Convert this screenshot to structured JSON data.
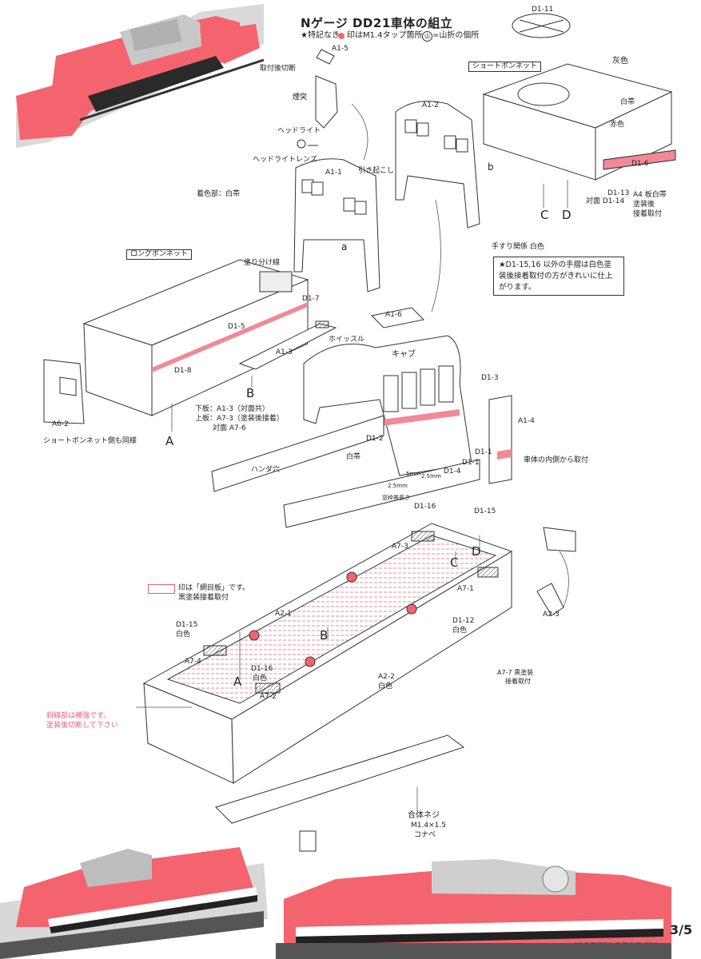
{
  "header": {
    "title": "Nゲージ  DD21車体の組立",
    "legend_star": "★特記なき",
    "legend_tap": "印はM1.4タップ箇所",
    "legend_fold": "=山折の個所",
    "fold_mark": "山"
  },
  "labels": {
    "a1_5": "A1-5",
    "bracket": "取付後切断",
    "chimney": "煙突",
    "headlight": "ヘッドライト",
    "headlight_lens": "ヘッドライトレンズ",
    "a1_1": "A1-1",
    "pull_up": "引き起こし",
    "color_white_band": "着色部：白帯",
    "long_bonnet": "ロングボンネット",
    "color_split_line": "塗り分け線",
    "d1_7": "D1-7",
    "d1_5": "D1-5",
    "a1_3": "A1-3",
    "d1_8": "D1-8",
    "letter_a_upper": "A",
    "letter_b_upper": "B",
    "letter_c": "C",
    "letter_d": "D",
    "a6_2": "A6-2",
    "short_side_same": "ショートボンネット側も同様",
    "lower_plate": "下板：A1-3（対面共）",
    "upper_plate": "上板：A7-3（塗装後接着）",
    "opposite_a7_6": "対面 A7-6",
    "a1_2": "A1-2",
    "short_bonnet": "ショートボンネット",
    "d1_11": "D1-11",
    "gray": "灰色",
    "white_band": "白帯",
    "red": "赤色",
    "d1_6": "D1-6",
    "d1_13": "D1-13",
    "opposite_d1_14": "対面 D1-14",
    "a4_plate_1": "A4 板白帯",
    "a4_plate_2": "塗装後",
    "a4_plate_3": "接着取付",
    "b_small": "b",
    "a_small": "a",
    "handrail": "手すり関係  白色",
    "note_star": "★D1-15,16 以外の手摺は白色塗装後接着取付の方がきれいに仕上がります。",
    "a1_6": "A1-6",
    "whistle": "ホイッスル",
    "cab": "キャブ",
    "d1_3": "D1-3",
    "a1_4": "A1-4",
    "attach_inside": "車体の内側から取付",
    "d1_2": "D1-2",
    "white_band_cab": "白帯",
    "d1_4": "D1-4",
    "d1_1a": "D1-1",
    "d1_1b": "D1-1",
    "dim_5mm": "5mm",
    "dim_25a": "2.5mm",
    "dim_25b": "2.5mm",
    "band_width": "窓枠帯長さ",
    "solder_hole": "ハンダ穴",
    "d1_16_top": "D1-16",
    "d1_15_top": "D1-15",
    "a7_3": "A7-3",
    "a7_1": "A7-1",
    "mesh_note_1": "印は「網目板」です。",
    "mesh_note_2": "黒塗装接着取付",
    "a2_1": "A2-1",
    "d1_15_left": "D1-15",
    "white_1": "白色",
    "a7_4": "A7-4",
    "d1_16_left": "D1-16",
    "white_2": "白色",
    "a7_2": "A7-2",
    "d1_12": "D1-12",
    "white_3": "白色",
    "a2_2": "A2-2",
    "white_4": "白色",
    "a2_3": "A2-3",
    "a7_7": "A7-7 黒塗装",
    "a7_7b": "接着取付",
    "hatch_note_1": "斜線部は補強です。",
    "hatch_note_2": "塗装後切断して下さい",
    "screw_1": "合体ネジ",
    "screw_2": "M1.4×1.5",
    "screw_3": "コナベ",
    "letter_a_lower": "A",
    "letter_b_lower": "B",
    "letter_c_lower": "C",
    "letter_d_lower": "D"
  },
  "footer": {
    "watermark": "HOBBY SEARCH",
    "page_no": "3/5"
  },
  "colors": {
    "body_red": "#f4646e",
    "mesh_pink": "#f08a96",
    "line": "#333333",
    "roof_gray": "#cfcfcf"
  }
}
